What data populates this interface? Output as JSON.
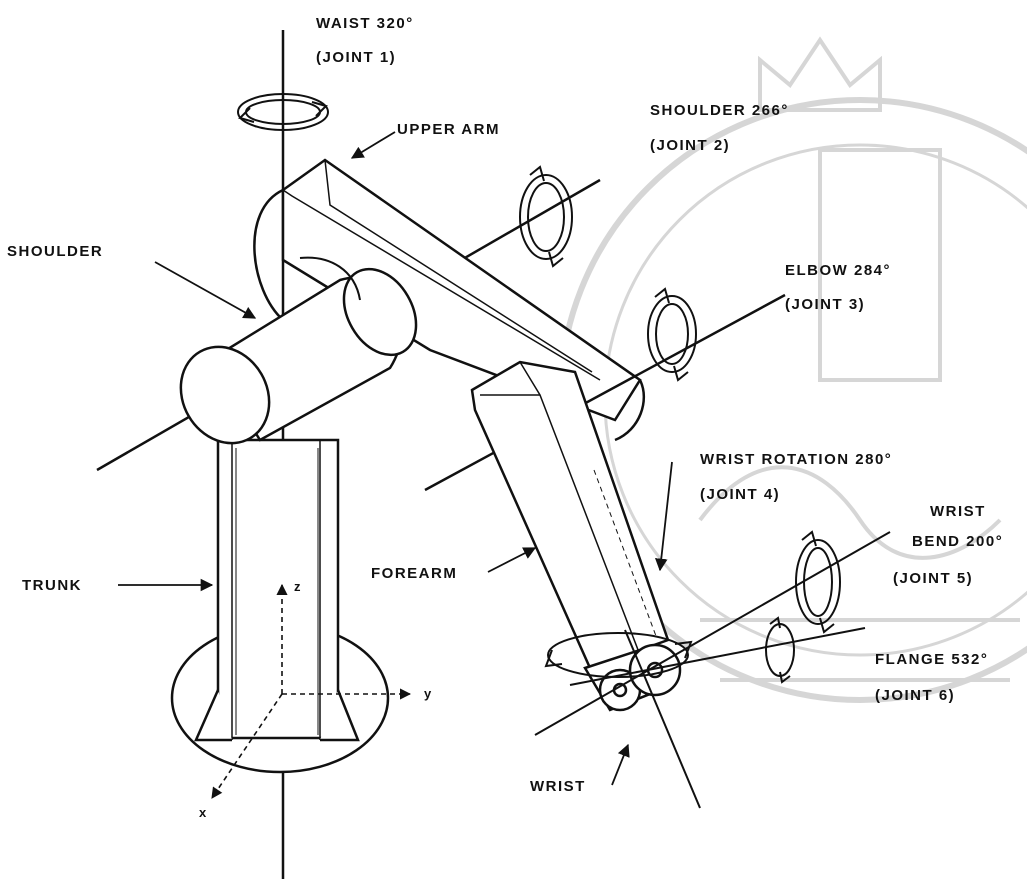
{
  "labels": {
    "waist": "WAIST 320°",
    "joint1": "(JOINT 1)",
    "upper_arm": "UPPER ARM",
    "shoulder_rot": "SHOULDER 266°",
    "joint2": "(JOINT 2)",
    "shoulder": "SHOULDER",
    "elbow": "ELBOW 284°",
    "joint3": "(JOINT 3)",
    "wrist_rotation": "WRIST ROTATION 280°",
    "joint4": "(JOINT 4)",
    "wrist_top": "WRIST",
    "bend": "BEND 200°",
    "joint5": "(JOINT 5)",
    "trunk": "TRUNK",
    "forearm": "FOREARM",
    "flange": "FLANGE 532°",
    "joint6": "(JOINT 6)",
    "wrist_bottom": "WRIST"
  },
  "axes": {
    "z": "z",
    "y": "y",
    "x": "x"
  },
  "colors": {
    "ink": "#111111",
    "watermark": "#d6d6d6"
  }
}
